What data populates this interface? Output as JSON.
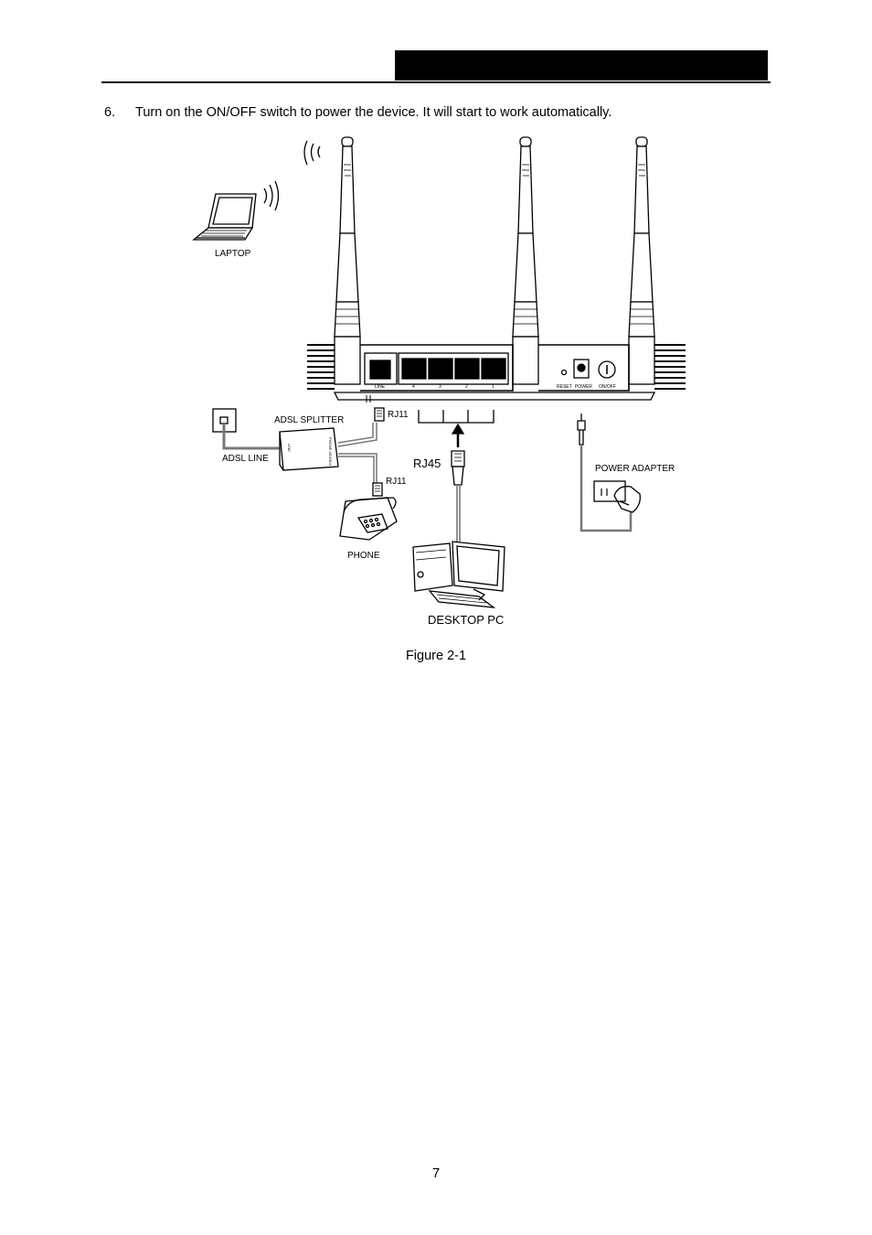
{
  "step": {
    "number": "6.",
    "text": "Turn on the ON/OFF switch to power the device. It will start to work automatically."
  },
  "diagram": {
    "labels": {
      "laptop": "LAPTOP",
      "adsl_splitter": "ADSL SPLITTER",
      "adsl_line": "ADSL LINE",
      "rj11_top": "RJ11",
      "rj11_bottom": "RJ11",
      "rj45": "RJ45",
      "phone": "PHONE",
      "power_adapter": "POWER ADAPTER",
      "desktop_pc": "DESKTOP PC"
    },
    "router_port_labels": {
      "line": "LINE",
      "lan4": "4",
      "lan3": "3",
      "lan2": "2",
      "lan1": "1",
      "reset": "RESET",
      "power": "POWER",
      "onoff": "ON/OFF"
    },
    "splitter_port_labels": {
      "line": "LINE",
      "phone_modem": "PHONE  MODEM"
    }
  },
  "caption": "Figure 2-1",
  "page_number": "7"
}
